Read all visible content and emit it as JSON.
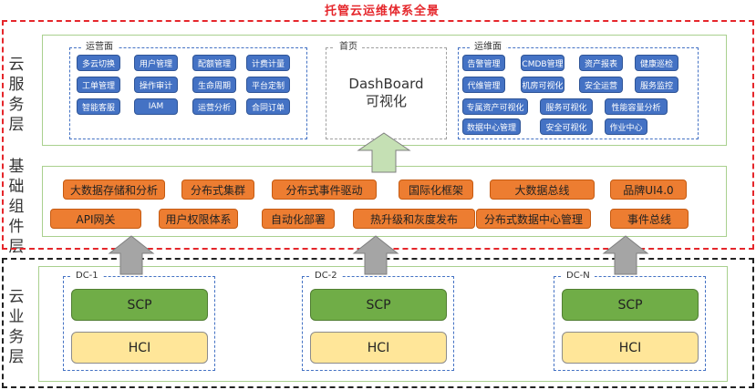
{
  "title": "托管云运维体系全景",
  "layers": {
    "cloud_service": "云服务层",
    "base_components": "基础组件层",
    "cloud_business": "云业务层"
  },
  "operations_panel": {
    "title": "运营面",
    "items": [
      "多云切换",
      "用户管理",
      "配额管理",
      "计费计量",
      "工单管理",
      "操作审计",
      "生命周期",
      "平台定制",
      "智能客服",
      "IAM",
      "运营分析",
      "合同订单"
    ]
  },
  "homepage_panel": {
    "title": "首页",
    "line1": "DashBoard",
    "line2": "可视化"
  },
  "maintenance_panel": {
    "title": "运维面",
    "items": [
      "告警管理",
      "CMDB管理",
      "资产报表",
      "健康巡检",
      "代维管理",
      "机房可视化",
      "安全运营",
      "服务监控",
      "专属资产可视化",
      "服务可视化",
      "性能容量分析",
      "数据中心管理",
      "安全可视化",
      "作业中心"
    ]
  },
  "base_components": {
    "row1": [
      "大数据存储和分析",
      "分布式集群",
      "分布式事件驱动",
      "国际化框架",
      "大数据总线",
      "品牌UI4.0"
    ],
    "row2": [
      "API网关",
      "用户权限体系",
      "自动化部署",
      "热升级和灰度发布",
      "分布式数据中心管理",
      "事件总线"
    ]
  },
  "datacenters": [
    {
      "name": "DC-1",
      "top": "SCP",
      "bottom": "HCI"
    },
    {
      "name": "DC-2",
      "top": "SCP",
      "bottom": "HCI"
    },
    {
      "name": "DC-N",
      "top": "SCP",
      "bottom": "HCI"
    }
  ],
  "colors": {
    "title_red": "#e5262b",
    "chip_blue": "#4472c4",
    "component_orange": "#ed7d31",
    "scp_green": "#70ad47",
    "hci_yellow": "#ffe699",
    "arrow_green": "#c5e0b4",
    "arrow_gray": "#a5a5a5"
  }
}
